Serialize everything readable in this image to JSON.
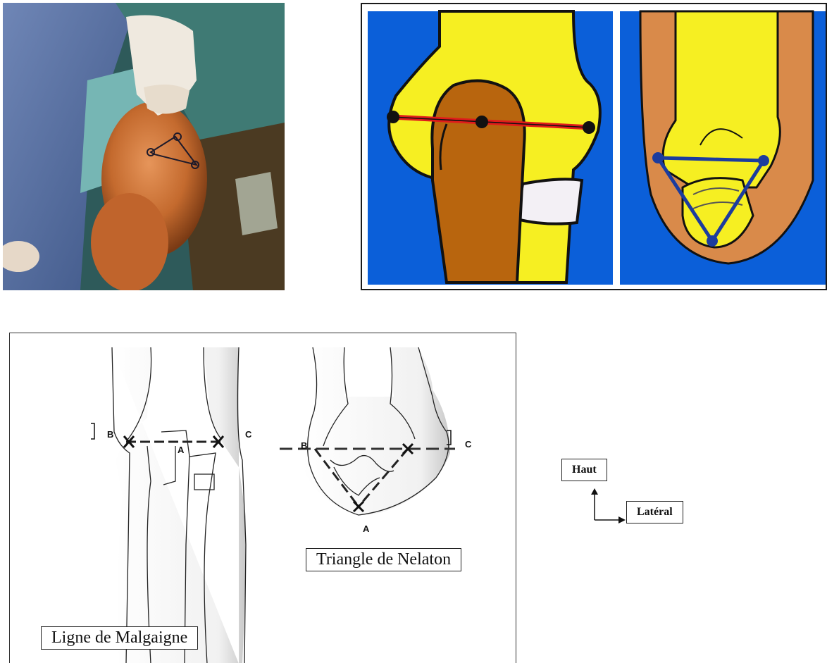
{
  "schema": {
    "caption_left": "Ligne de Malgaigne",
    "caption_right": "Triangle de Nelaton",
    "left_points": {
      "b": "B",
      "a": "A",
      "c": "C"
    },
    "right_points": {
      "b": "B",
      "a": "A",
      "c": "C"
    }
  },
  "orientation": {
    "up_label": "Haut",
    "lateral_label": "Latéral"
  },
  "colors": {
    "background_blue": "#0b5fd9",
    "bone_yellow": "#f6ef22",
    "bone_brown": "#b8650e",
    "skin": "#d98a4a",
    "line_red": "#e01b1b",
    "line_blue": "#1c3c9e"
  }
}
